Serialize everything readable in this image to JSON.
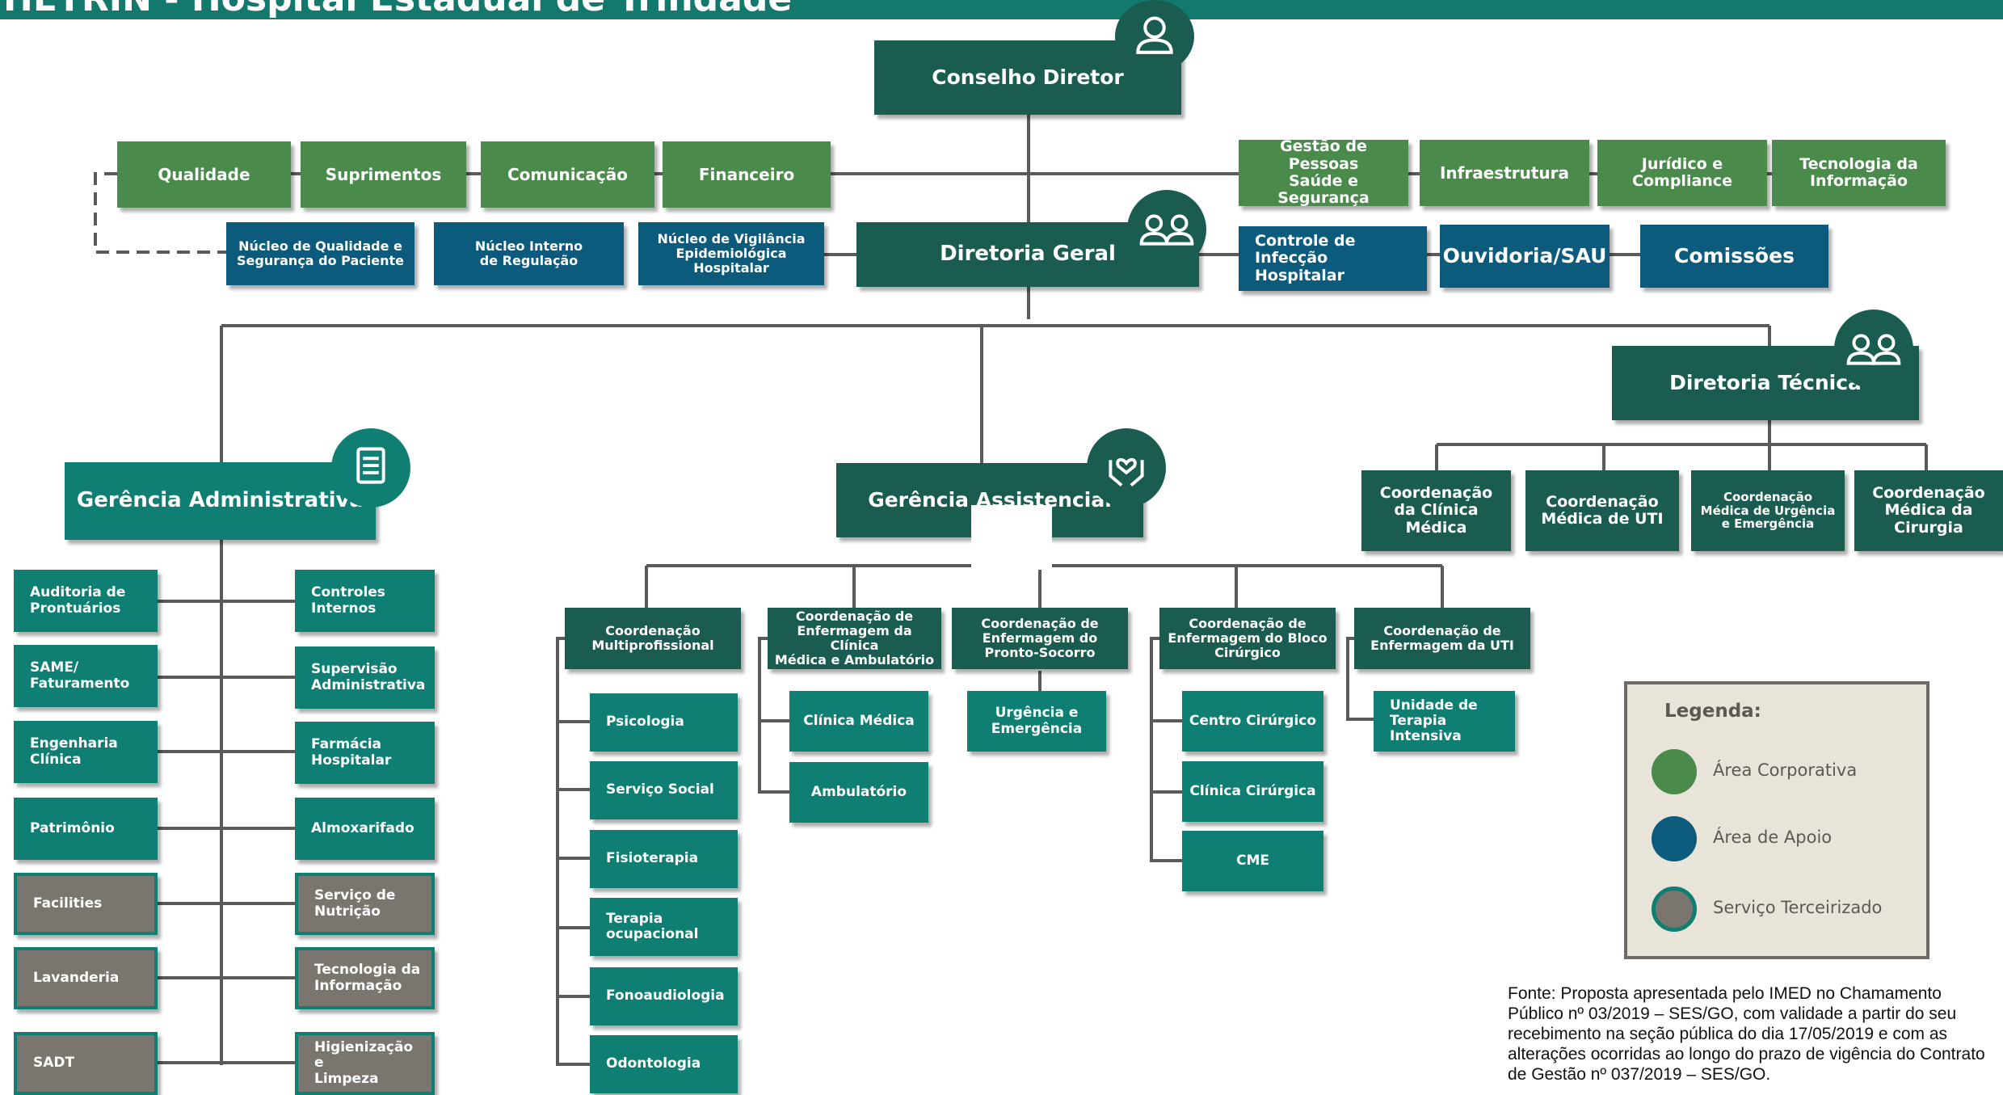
{
  "header": {
    "title": "HETRIN - Hospital Estadual de Trindade"
  },
  "top": {
    "conselho_diretor": "Conselho Diretor",
    "diretoria_geral": "Diretoria Geral",
    "diretoria_tecnica": "Diretoria Técnica",
    "gerencia_administrativa": "Gerência Administrativa",
    "gerencia_assistencial": "Gerência Assistencial"
  },
  "corporate_row": [
    "Qualidade",
    "Suprimentos",
    "Comunicação",
    "Financeiro",
    "Gestão de Pessoas\nSaúde e Segurança",
    "Infraestrutura",
    "Jurídico e\nCompliance",
    "Tecnologia da\nInformação"
  ],
  "support_row": [
    "Núcleo de Qualidade e\nSegurança do Paciente",
    "Núcleo Interno\nde Regulação",
    "Núcleo de Vigilância\nEpidemiológica Hospitalar",
    "Controle de\nInfecção Hospitalar",
    "Ouvidoria/SAU",
    "Comissões"
  ],
  "tecnica_children": [
    "Coordenação\nda Clínica\nMédica",
    "Coordenação\nMédica de UTI",
    "Coordenação\nMédica de Urgência\ne Emergência",
    "Coordenação\nMédica da\nCirurgia"
  ],
  "admin_left": [
    "Auditoria de\nProntuários",
    "SAME/\nFaturamento",
    "Engenharia\nClínica",
    "Patrimônio",
    "Facilities",
    "Lavanderia",
    "SADT"
  ],
  "admin_right": [
    "Controles\nInternos",
    "Supervisão\nAdministrativa",
    "Farmácia\nHospitalar",
    "Almoxarifado",
    "Serviço de\nNutrição",
    "Tecnologia da\nInformação",
    "Higienização e\nLimpeza"
  ],
  "assist_coords": [
    "Coordenação\nMultiprofissional",
    "Coordenação de\nEnfermagem da Clínica\nMédica e Ambulatório",
    "Coordenação de\nEnfermagem do\nPronto-Socorro",
    "Coordenação de\nEnfermagem do Bloco\nCirúrgico",
    "Coordenação de\nEnfermagem da UTI"
  ],
  "multi_children": [
    "Psicologia",
    "Serviço Social",
    "Fisioterapia",
    "Terapia\nocupacional",
    "Fonoaudiologia",
    "Odontologia"
  ],
  "clinica_children": [
    "Clínica Médica",
    "Ambulatório"
  ],
  "ps_children": [
    "Urgência e\nEmergência"
  ],
  "bloco_children": [
    "Centro Cirúrgico",
    "Clínica Cirúrgica",
    "CME"
  ],
  "uti_children": [
    "Unidade de\nTerapia Intensiva"
  ],
  "legend": {
    "title": "Legenda:",
    "items": [
      {
        "label": "Área Corporativa",
        "color": "#4a8b4c"
      },
      {
        "label": "Área de Apoio",
        "color": "#0c5b7c"
      },
      {
        "label": "Serviço Terceirizado",
        "color": "#7b756f"
      }
    ]
  },
  "source": "Fonte: Proposta apresentada pelo IMED no Chamamento Público nº 03/2019 – SES/GO, com validade a partir do seu recebimento na seção pública do dia 17/05/2019 e com as alterações ocorridas ao longo do prazo de vigência do Contrato de Gestão nº 037/2019 – SES/GO.",
  "colors": {
    "header": "#13796c",
    "dark_green": "#1b5c51",
    "teal": "#0e7f72",
    "connector": "#5a5a5a"
  },
  "icons": [
    "single-person-icon",
    "two-persons-icon",
    "two-persons-icon",
    "document-icon",
    "caring-hands-icon"
  ]
}
